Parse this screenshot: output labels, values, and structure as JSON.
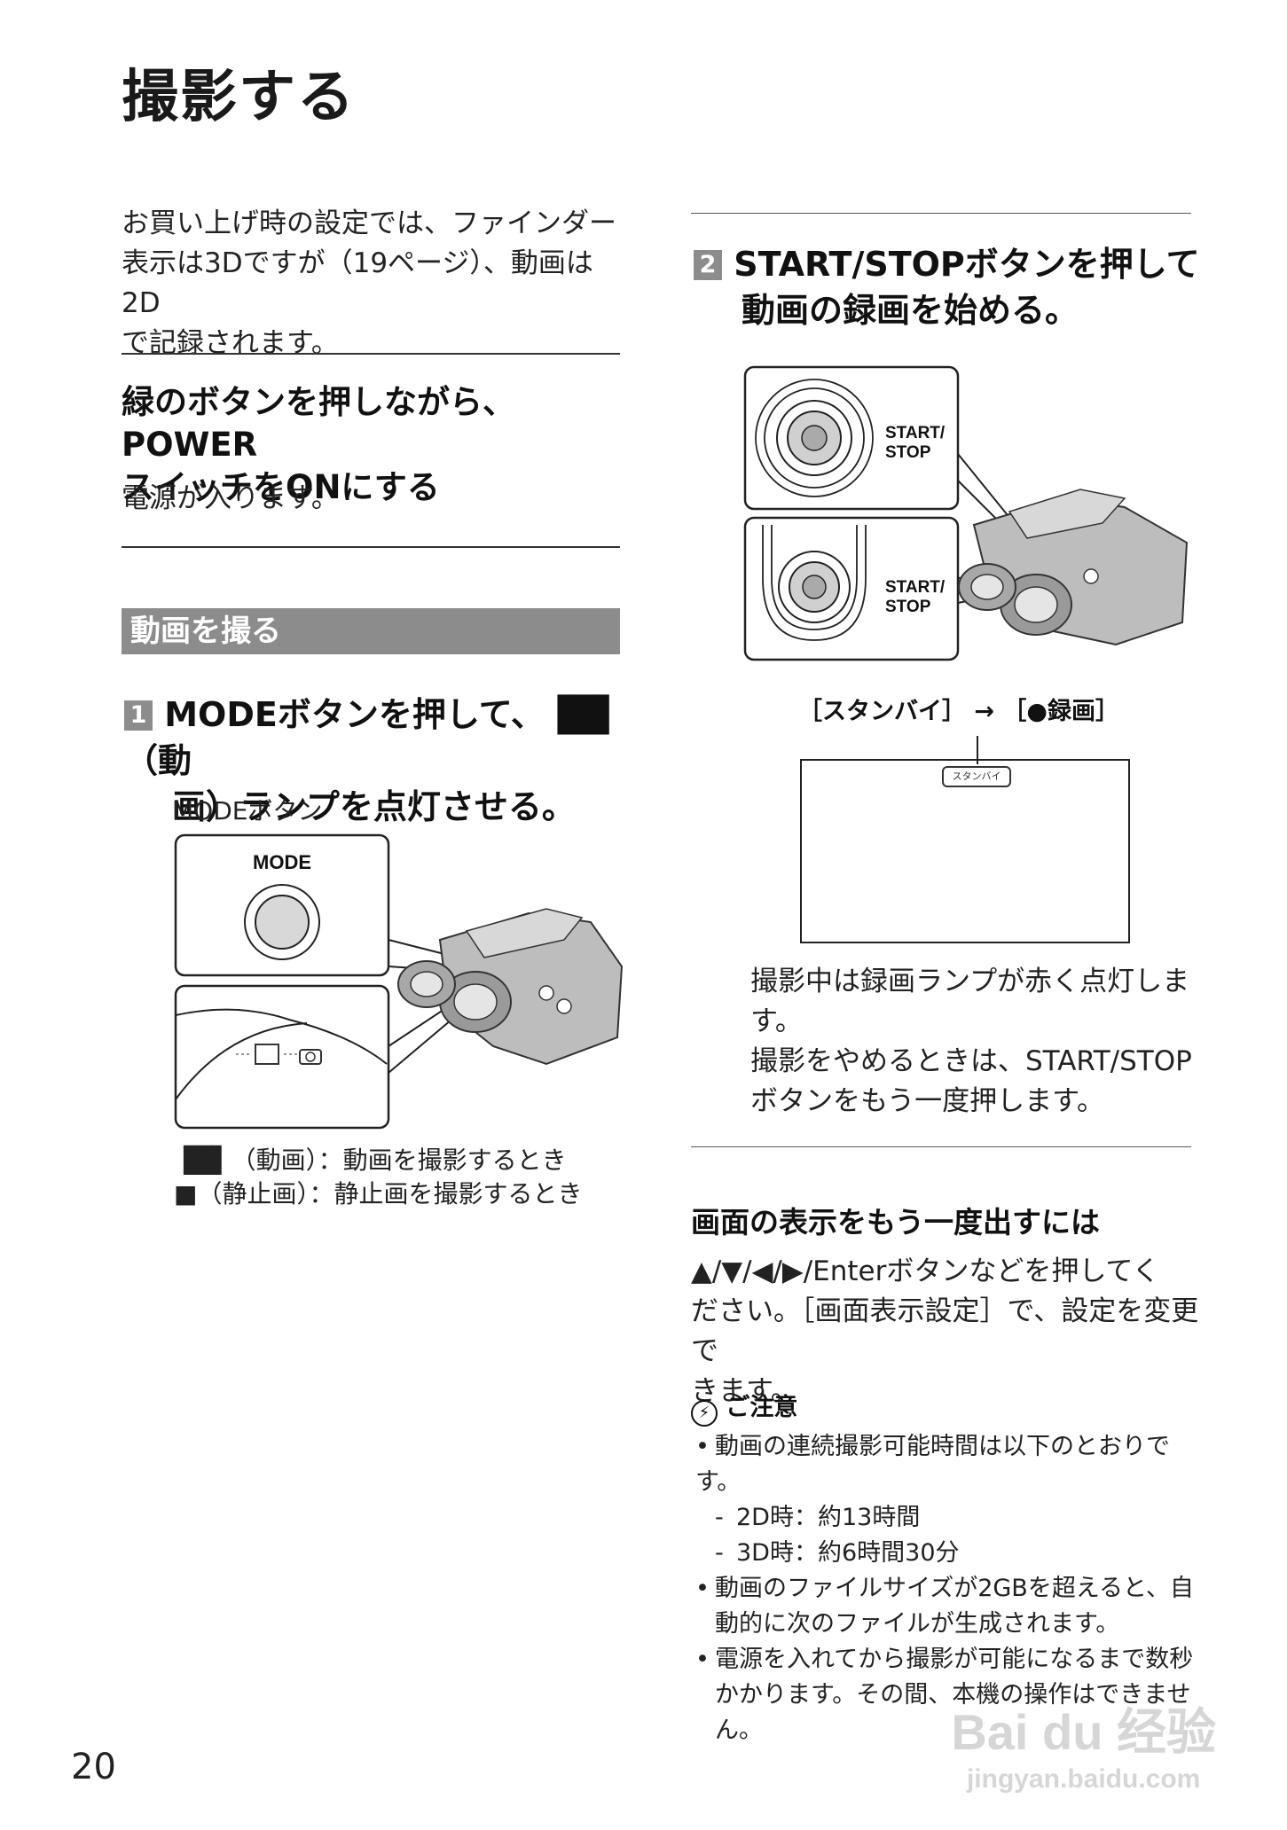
{
  "page": {
    "title": "撮影する",
    "page_number": "20"
  },
  "intro": {
    "lines": [
      "お買い上げ時の設定では、ファインダー",
      "表示は3Dですが（19ページ）、動画は2D",
      "で記録されます。"
    ]
  },
  "power_section": {
    "heading_lines": [
      "緑のボタンを押しながら、POWER",
      "スイッチをONにする"
    ],
    "body": "電源が入ります。"
  },
  "movie_section": {
    "bar_label": "動画を撮る"
  },
  "step1": {
    "number": "1",
    "lines": [
      "MODEボタンを押して、▐█▌（動",
      "画）ランプを点灯させる。"
    ],
    "caption": "MODEボタン",
    "illus_label": "MODE",
    "legend": [
      {
        "icon": "▐█▌",
        "text": "（動画）：動画を撮影するとき"
      },
      {
        "icon": "■",
        "text": "（静止画）：静止画を撮影するとき"
      }
    ]
  },
  "step2": {
    "number": "2",
    "lines": [
      "START/STOPボタンを押して",
      "動画の録画を始める。"
    ],
    "illus_labels": [
      "START/\nSTOP",
      "START/\nSTOP"
    ],
    "transition_label": "［スタンバイ］ → ［●録画］",
    "screen_badge": "スタンバイ",
    "desc_lines": [
      "撮影中は録画ランプが赤く点灯しま",
      "す。",
      "撮影をやめるときは、START/STOP",
      "ボタンをもう一度押します。"
    ]
  },
  "redisplay": {
    "heading": "画面の表示をもう一度出すには",
    "lines": [
      "▲/▼/◀/▶/Enterボタンなどを押してく",
      "ださい。［画面表示設定］で、設定を変更で",
      "きます。"
    ]
  },
  "notes": {
    "heading": "ご注意",
    "items": [
      {
        "bullet": "•",
        "text": "動画の連続撮影可能時間は以下のとおりです。"
      },
      {
        "bullet": "-",
        "text": "2D時：約13時間"
      },
      {
        "bullet": "-",
        "text": "3D時：約6時間30分"
      },
      {
        "bullet": "•",
        "text": "動画のファイルサイズが2GBを超えると、自"
      },
      {
        "bullet": "",
        "text": "動的に次のファイルが生成されます。"
      },
      {
        "bullet": "•",
        "text": "電源を入れてから撮影が可能になるまで数秒"
      },
      {
        "bullet": "",
        "text": "かかります。その間、本機の操作はできません。"
      }
    ]
  },
  "watermark": {
    "logo": "Bai du 经验",
    "url": "jingyan.baidu.com"
  },
  "colors": {
    "section_bar": "#8c8c8c",
    "text": "#1a1a1a"
  }
}
